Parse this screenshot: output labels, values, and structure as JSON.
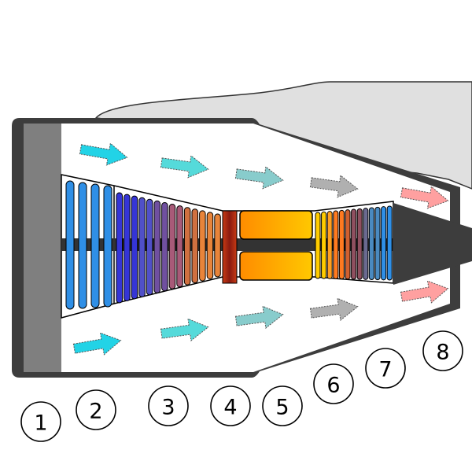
{
  "labels": [
    "1",
    "2",
    "3",
    "4",
    "5",
    "6",
    "7",
    "8"
  ],
  "colors": {
    "casing": "#3d3d3d",
    "inlet_band": "#7f7f7f",
    "nacelle": "#e0e0e0",
    "shaft": "#333333",
    "combustor": [
      "#ff8c00",
      "#ffc800"
    ],
    "fan_blades": "#2f8fe6",
    "compressor_blades": [
      "#3535d6",
      "#5050c8",
      "#7050a0",
      "#a85a78",
      "#d07040",
      "#e8843a"
    ],
    "turbine_blades": [
      "#ffcc00",
      "#ffa020",
      "#ff7a20",
      "#d06030",
      "#905060",
      "#6a6a90",
      "#4a8ac0",
      "#2f8fe6"
    ],
    "flow_arrows": [
      "#22d3e6",
      "#55dada",
      "#88cccc",
      "#b0b0b0",
      "#ffa0a0"
    ]
  }
}
